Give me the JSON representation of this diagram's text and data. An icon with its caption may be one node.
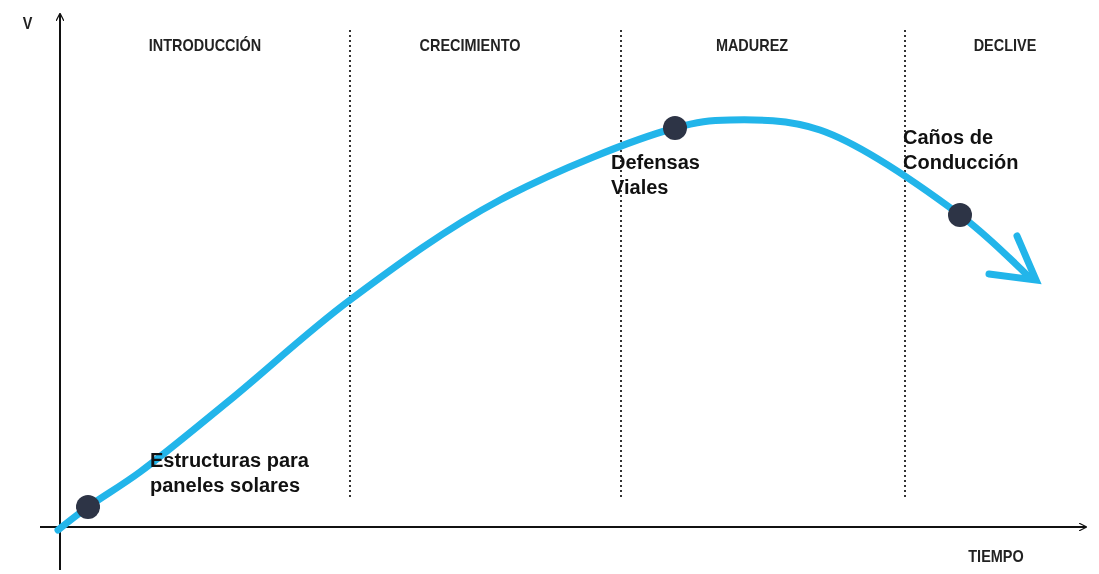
{
  "diagram": {
    "nodes": [
      {
        "text": [],
        "shape": "circle",
        "beside": [
          "Estructuras para paneles solares"
        ]
      },
      {
        "text": [],
        "shape": "circle",
        "beside": [
          "Defensas Viales"
        ]
      },
      {
        "text": [],
        "shape": "circle",
        "beside": [
          "Caños de Conducción"
        ]
      }
    ],
    "edges": [],
    "labels": [
      "V",
      "INTRODUCCIÓN",
      "CRECIMIENTO",
      "MADUREZ",
      "DECLIVE",
      "TIEMPO"
    ]
  }
}
